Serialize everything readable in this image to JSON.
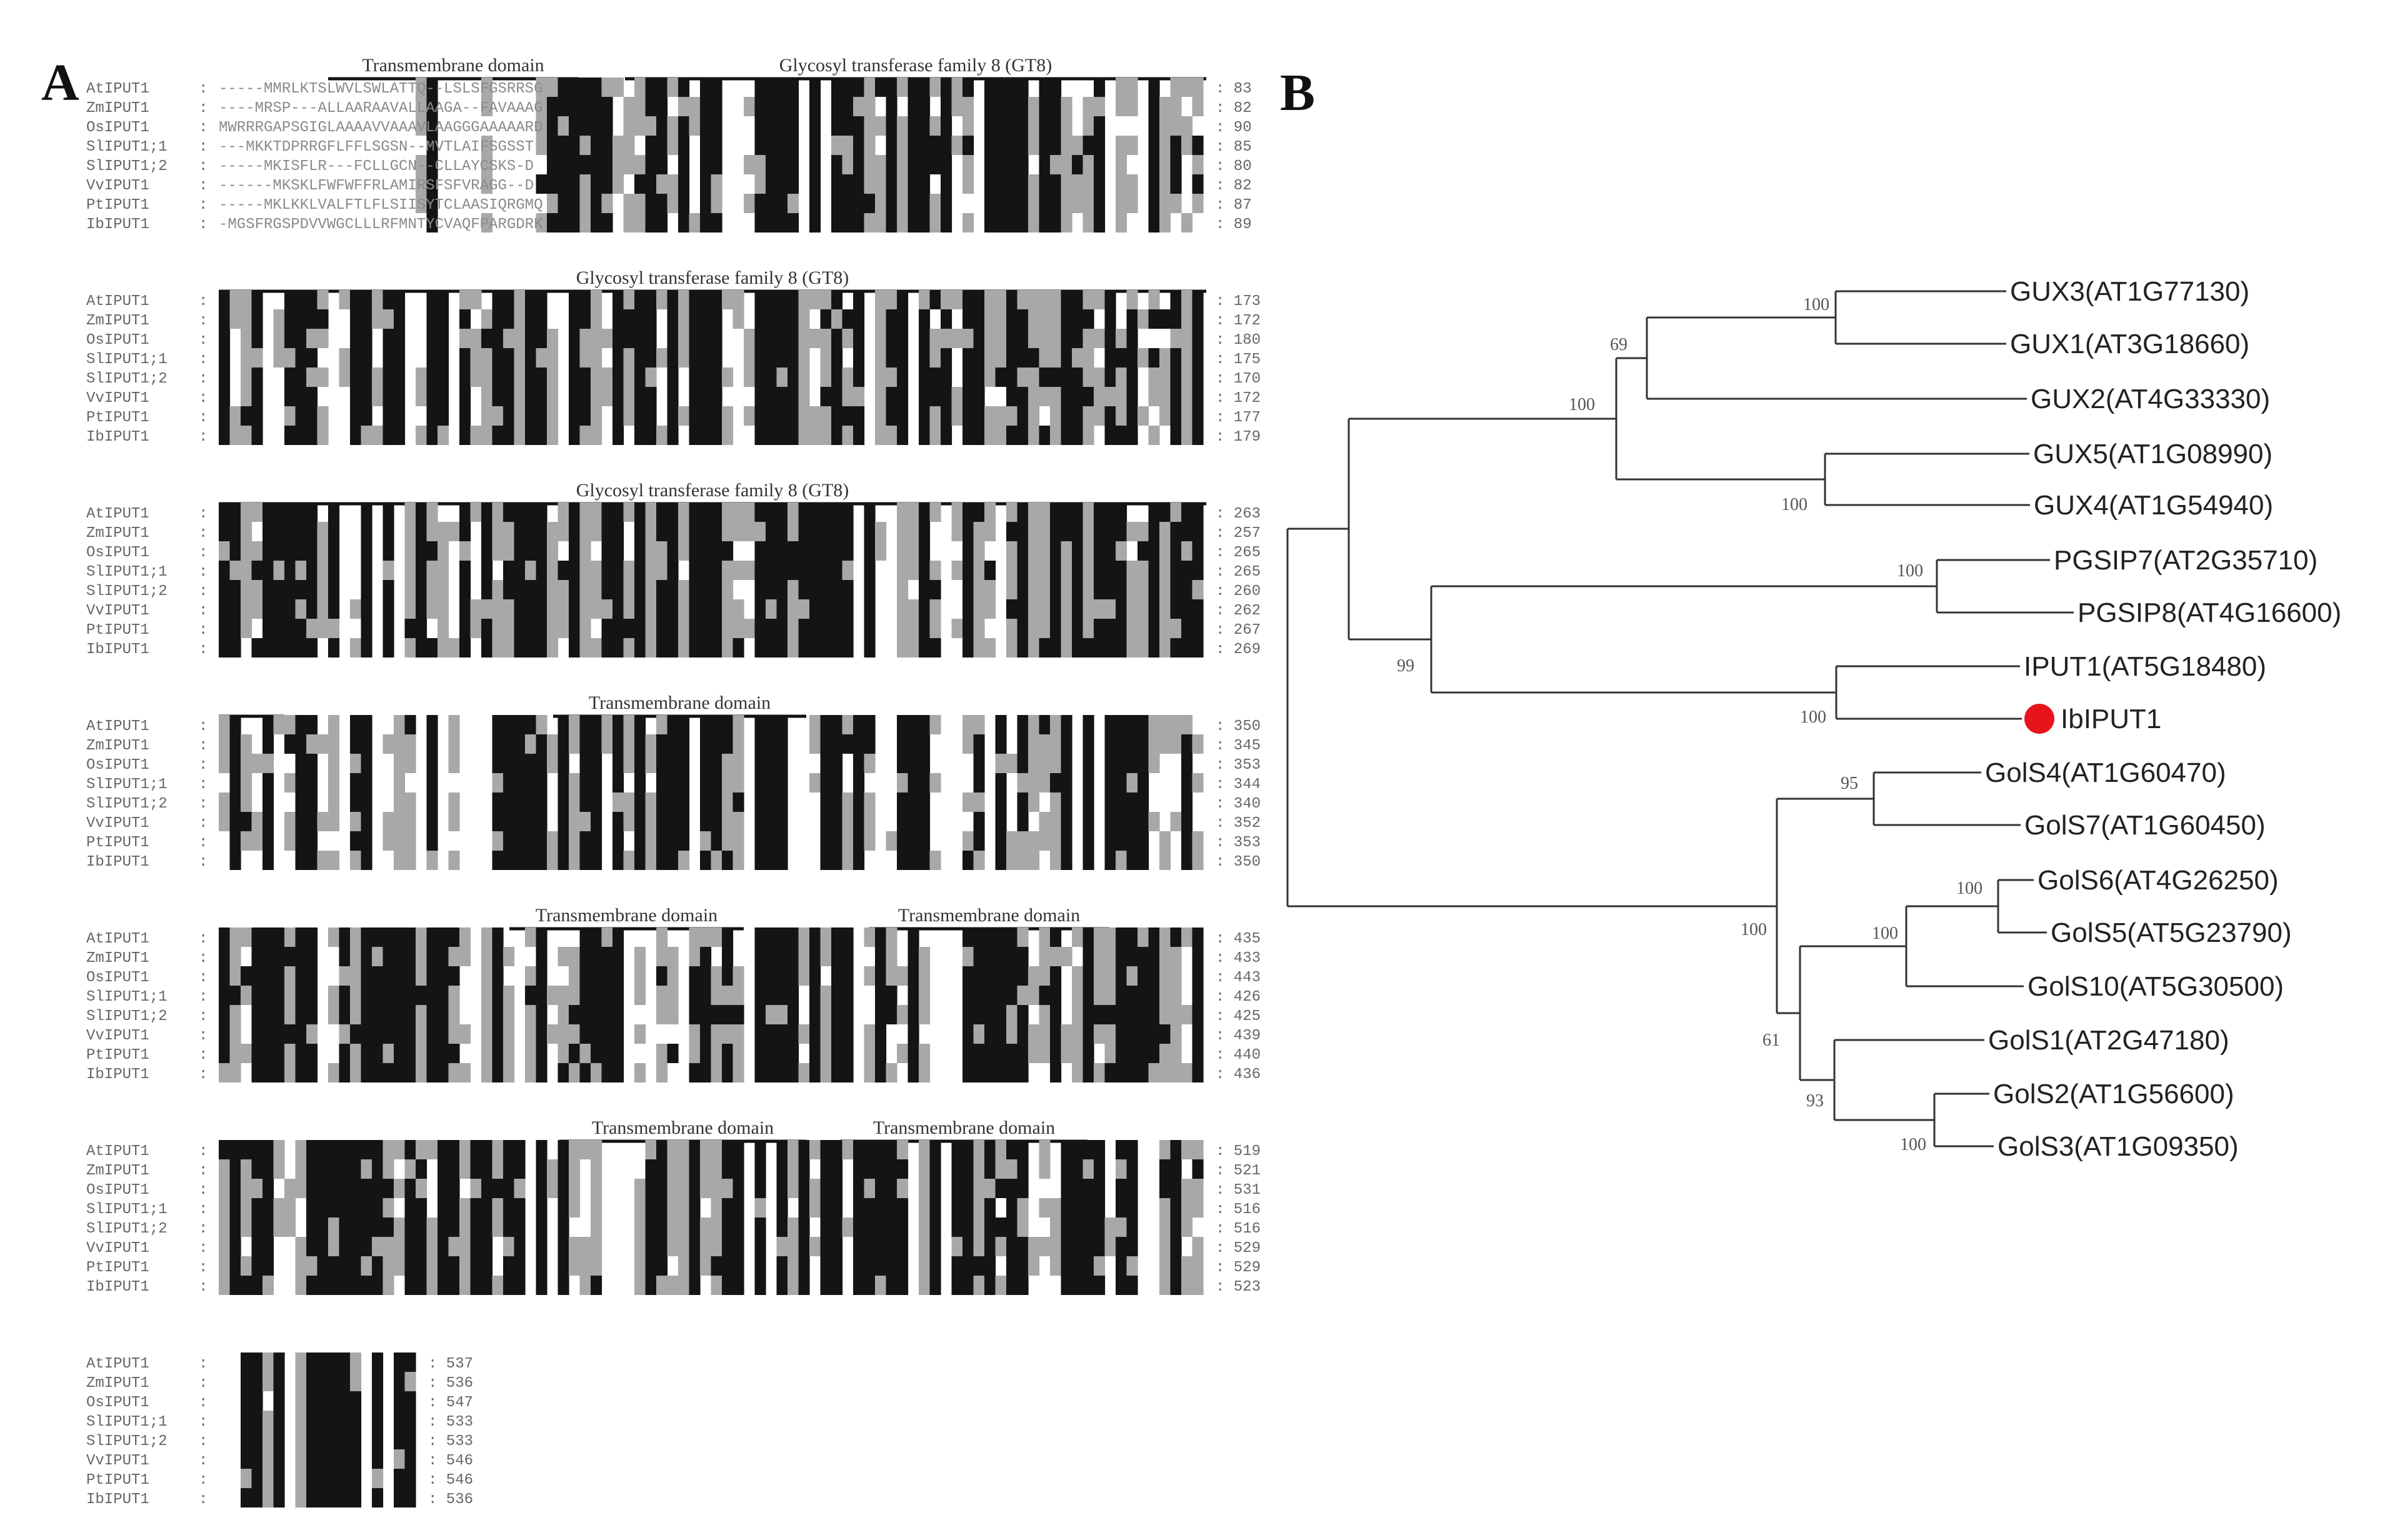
{
  "figure": {
    "panel_a_label": "A",
    "panel_b_label": "B"
  },
  "alignment": {
    "sequences": [
      "AtIPUT1",
      "ZmIPUT1",
      "OsIPUT1",
      "SlIPUT1;1",
      "SlIPUT1;2",
      "VvIPUT1",
      "PtIPUT1",
      "IbIPUT1"
    ],
    "blocks": [
      {
        "ends": [
          "83",
          "82",
          "90",
          "85",
          "80",
          "82",
          "87",
          "89"
        ],
        "fragments": [
          "-----MMRLKTSLWVLSWLATTQ--LSLSFGSRRSG",
          "----MRSP---ALLAARAAVALLAAGA--FAVAAAG",
          "MWRRRGAPSGIGLAAAAVVAAAVLAAGGGAAAAARD",
          "---MKKTDPRRGFLFFLSGSN--MVTLAIFSGSST",
          "-----MKISFLR---FCLLGCN--CLLAYCSKS-D",
          "------MKSKLFWFWFFRLAMIRSFSFVRAGG--D",
          "-----MKLKKLVALFTLFLSIISYTCLAASIQRGMQ",
          "-MGSFRGSPDVVWGCLLLRFMNTYCVAQFPARGDRK"
        ],
        "annotations": [
          {
            "text": "Transmembrane domain"
          },
          {
            "text": "Glycosyl transferase family 8 (GT8)"
          }
        ]
      },
      {
        "ends": [
          "173",
          "172",
          "180",
          "175",
          "170",
          "172",
          "177",
          "179"
        ],
        "fragments": [
          "",
          "",
          "",
          "",
          "",
          "",
          "",
          ""
        ],
        "annotations": [
          {
            "text": "Glycosyl transferase family 8 (GT8)"
          }
        ]
      },
      {
        "ends": [
          "263",
          "257",
          "265",
          "265",
          "260",
          "262",
          "267",
          "269"
        ],
        "fragments": [
          "",
          "",
          "",
          "",
          "",
          "",
          "",
          ""
        ],
        "annotations": [
          {
            "text": "Glycosyl transferase family 8 (GT8)"
          }
        ]
      },
      {
        "ends": [
          "350",
          "345",
          "353",
          "344",
          "340",
          "352",
          "353",
          "350"
        ],
        "fragments": [
          "",
          "",
          "",
          "",
          "",
          "",
          "",
          ""
        ],
        "annotations": [
          {
            "text": ""
          },
          {
            "text": "Transmembrane domain"
          }
        ]
      },
      {
        "ends": [
          "435",
          "433",
          "443",
          "426",
          "425",
          "439",
          "440",
          "436"
        ],
        "fragments": [
          "",
          "",
          "",
          "",
          "",
          "",
          "",
          ""
        ],
        "annotations": [
          {
            "text": "Transmembrane domain"
          },
          {
            "text": "Transmembrane domain"
          }
        ]
      },
      {
        "ends": [
          "519",
          "521",
          "531",
          "516",
          "516",
          "529",
          "529",
          "523"
        ],
        "fragments": [
          "",
          "",
          "",
          "",
          "",
          "",
          "",
          ""
        ],
        "annotations": [
          {
            "text": "Transmembrane domain"
          },
          {
            "text": "Transmembrane domain"
          }
        ]
      },
      {
        "ends": [
          "537",
          "536",
          "547",
          "533",
          "533",
          "546",
          "546",
          "536"
        ],
        "fragments": [
          "",
          "",
          "",
          "",
          "",
          "",
          "",
          ""
        ],
        "annotations": []
      }
    ]
  },
  "tree": {
    "leaves": [
      {
        "label": "GUX3(AT1G77130)"
      },
      {
        "label": "GUX1(AT3G18660)"
      },
      {
        "label": "GUX2(AT4G33330)"
      },
      {
        "label": "GUX5(AT1G08990)"
      },
      {
        "label": "GUX4(AT1G54940)"
      },
      {
        "label": "PGSIP7(AT2G35710)"
      },
      {
        "label": "PGSIP8(AT4G16600)"
      },
      {
        "label": "IPUT1(AT5G18480)"
      },
      {
        "label": "IbIPUT1",
        "highlight": true
      },
      {
        "label": "GolS4(AT1G60470)"
      },
      {
        "label": "GolS7(AT1G60450)"
      },
      {
        "label": "GolS6(AT4G26250)"
      },
      {
        "label": "GolS5(AT5G23790)"
      },
      {
        "label": "GolS10(AT5G30500)"
      },
      {
        "label": "GolS1(AT2G47180)"
      },
      {
        "label": "GolS2(AT1G56600)"
      },
      {
        "label": "GolS3(AT1G09350)"
      }
    ],
    "bootstrap": [
      "100",
      "69",
      "100",
      "100",
      "100",
      "99",
      "100",
      "95",
      "100",
      "100",
      "100",
      "61",
      "93",
      "100"
    ],
    "highlight_color": "#e8141c",
    "line_color": "#333333"
  }
}
